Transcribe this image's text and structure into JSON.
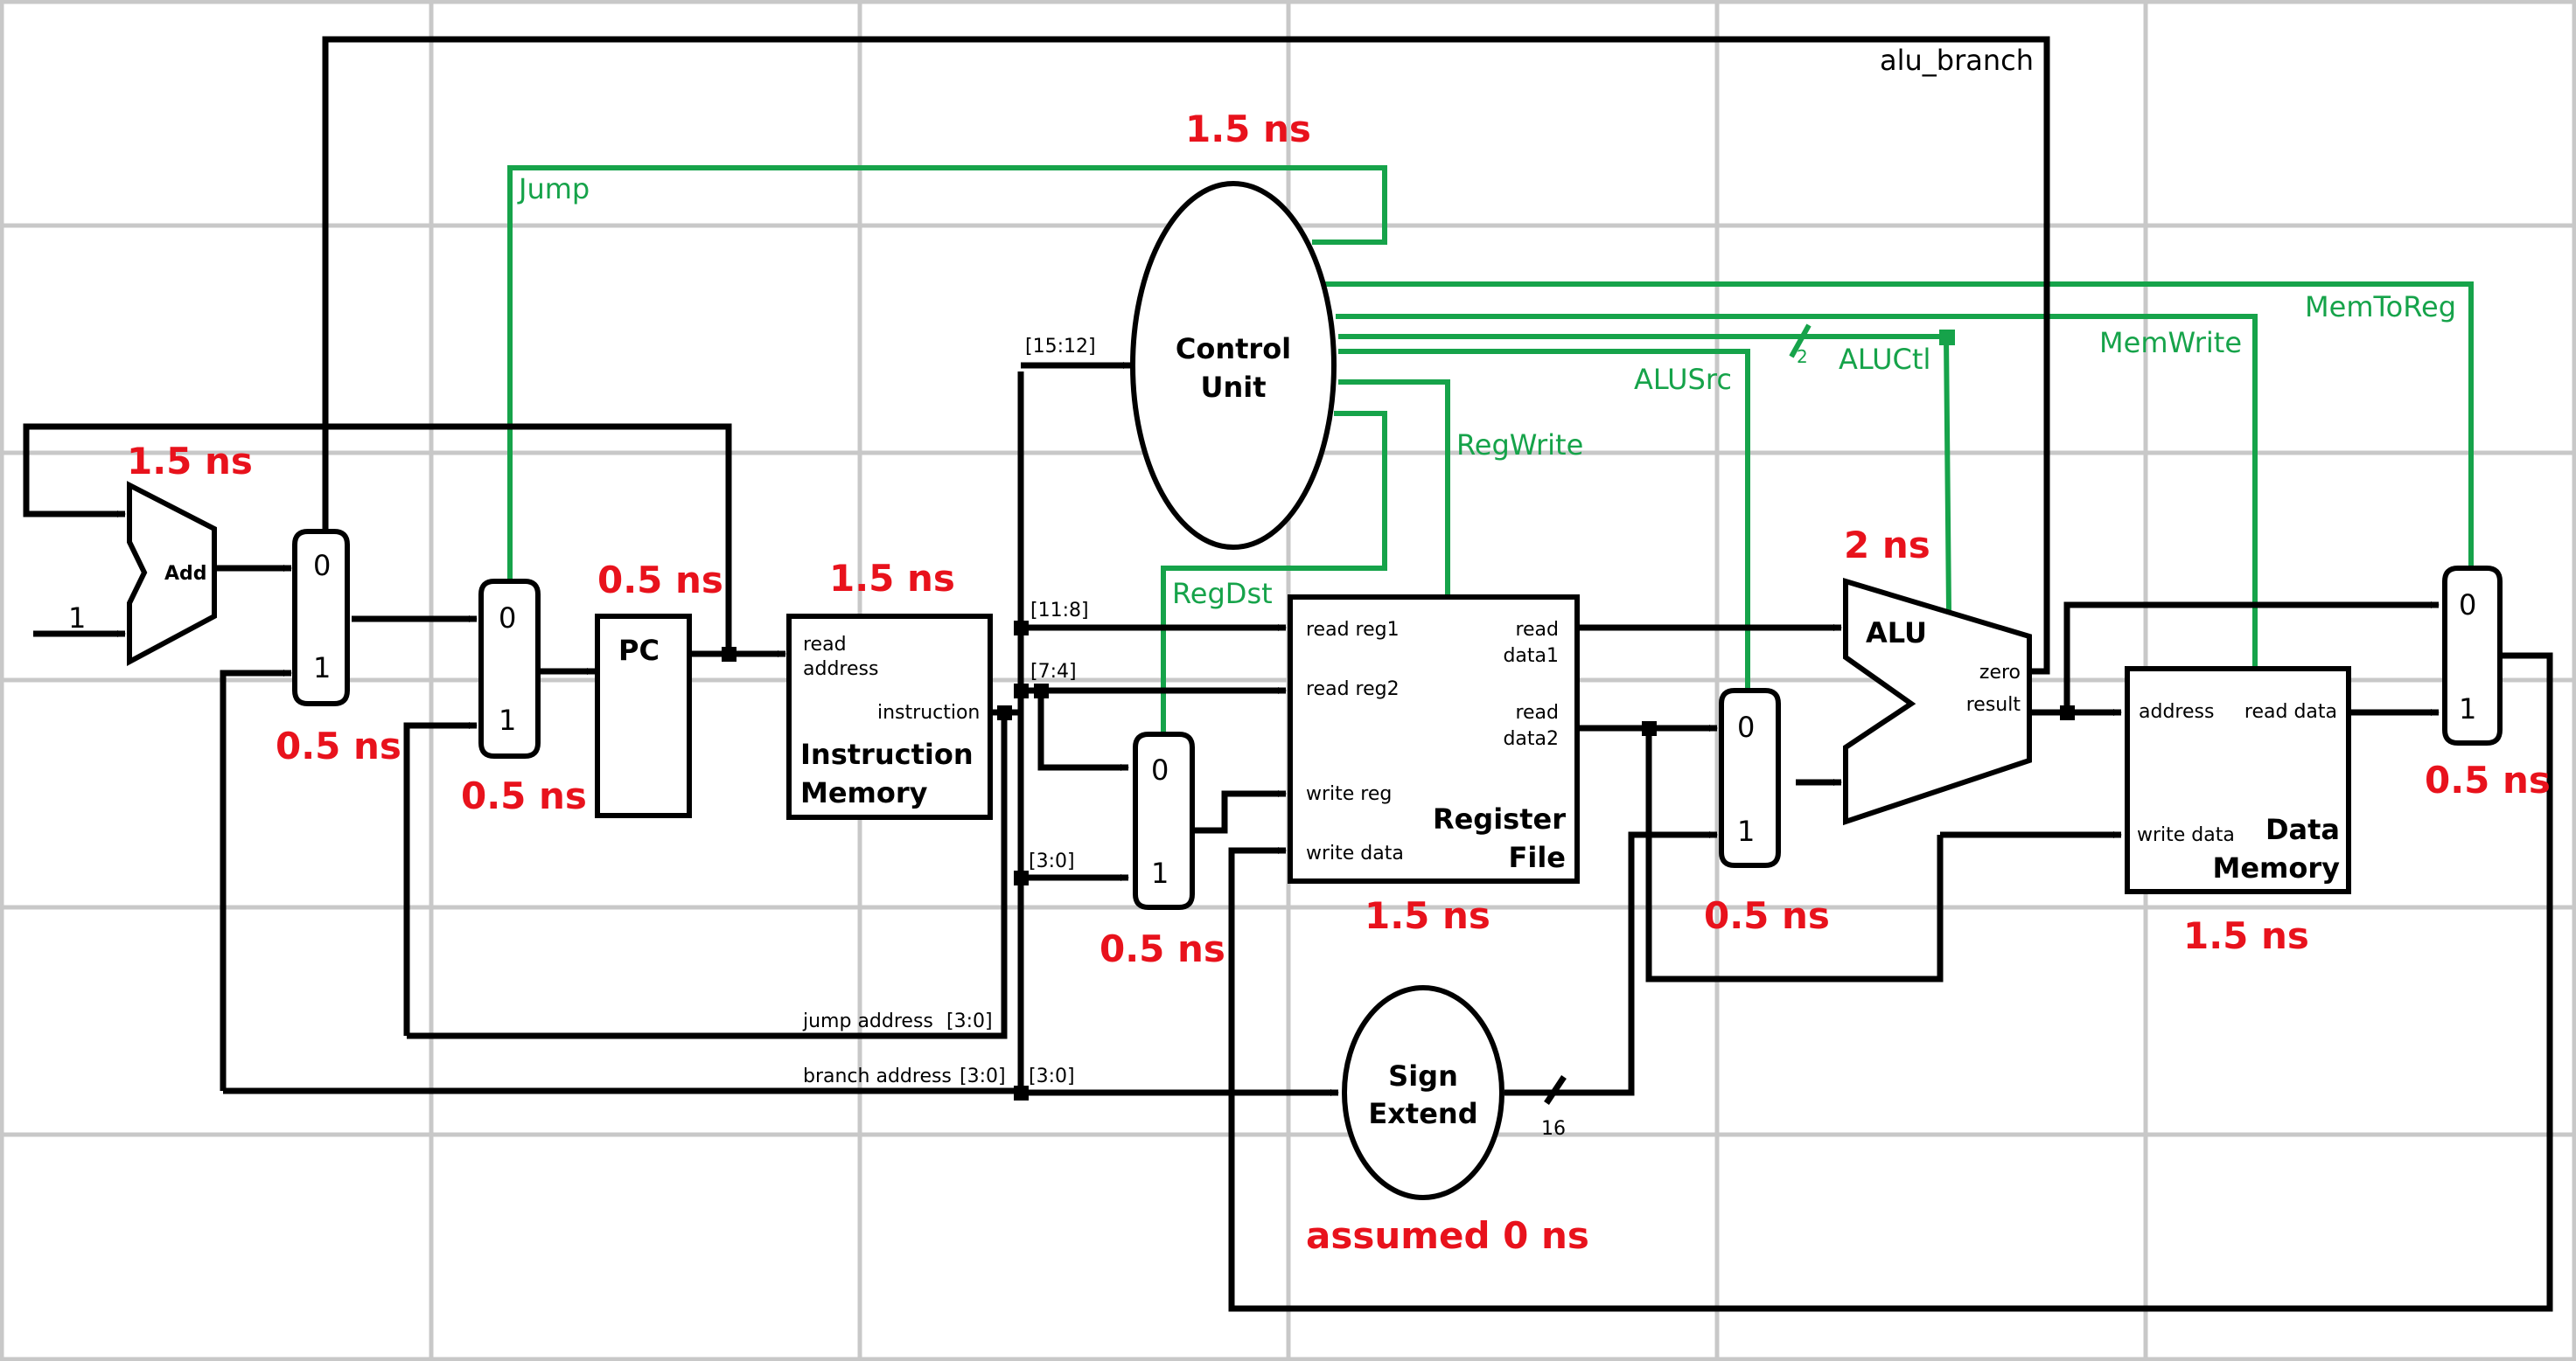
{
  "components": {
    "add_label": "Add",
    "pc_label": "PC",
    "imem": {
      "port_read": "read",
      "port_address": "address",
      "port_instruction": "instruction",
      "title_1": "Instruction",
      "title_2": "Memory"
    },
    "control": {
      "line1": "Control",
      "line2": "Unit"
    },
    "regfile": {
      "read_reg1": "read reg1",
      "read_reg2": "read reg2",
      "write_reg": "write reg",
      "write_data": "write data",
      "read_data1_a": "read",
      "read_data1_b": "data1",
      "read_data2_a": "read",
      "read_data2_b": "data2",
      "title_1": "Register",
      "title_2": "File"
    },
    "alu": {
      "label": "ALU",
      "zero": "zero",
      "result": "result"
    },
    "dmem": {
      "address": "address",
      "read_data": "read data",
      "write_data": "write data",
      "title_1": "Data",
      "title_2": "Memory"
    },
    "sign_extend": {
      "line1": "Sign",
      "line2": "Extend"
    }
  },
  "mux_inputs": {
    "zero": "0",
    "one": "1"
  },
  "constant_input": "1",
  "signals": {
    "alu_branch": "alu_branch",
    "jump": "Jump",
    "memtoreg": "MemToReg",
    "memwrite": "MemWrite",
    "aluctl": "ALUCtl",
    "alusrc": "ALUSrc",
    "regwrite": "RegWrite",
    "regdst": "RegDst"
  },
  "bus_labels": {
    "b15_12": "[15:12]",
    "b11_8": "[11:8]",
    "b7_4": "[7:4]",
    "b3_0_a": "[3:0]",
    "b3_0_b": "[3:0]",
    "b3_0_c": "[3:0]",
    "jump_address": "jump address",
    "branch_address": "branch address",
    "width_2": "2",
    "width_16": "16"
  },
  "timings": {
    "adder": "1.5 ns",
    "mux_branch": "0.5 ns",
    "mux_jump": "0.5 ns",
    "pc": "0.5 ns",
    "imem": "1.5 ns",
    "control": "1.5 ns",
    "mux_regdst": "0.5 ns",
    "regfile": "1.5 ns",
    "mux_alusrc": "0.5 ns",
    "alu": "2 ns",
    "dmem": "1.5 ns",
    "mux_memtoreg": "0.5 ns",
    "sign_extend": "assumed 0 ns"
  }
}
